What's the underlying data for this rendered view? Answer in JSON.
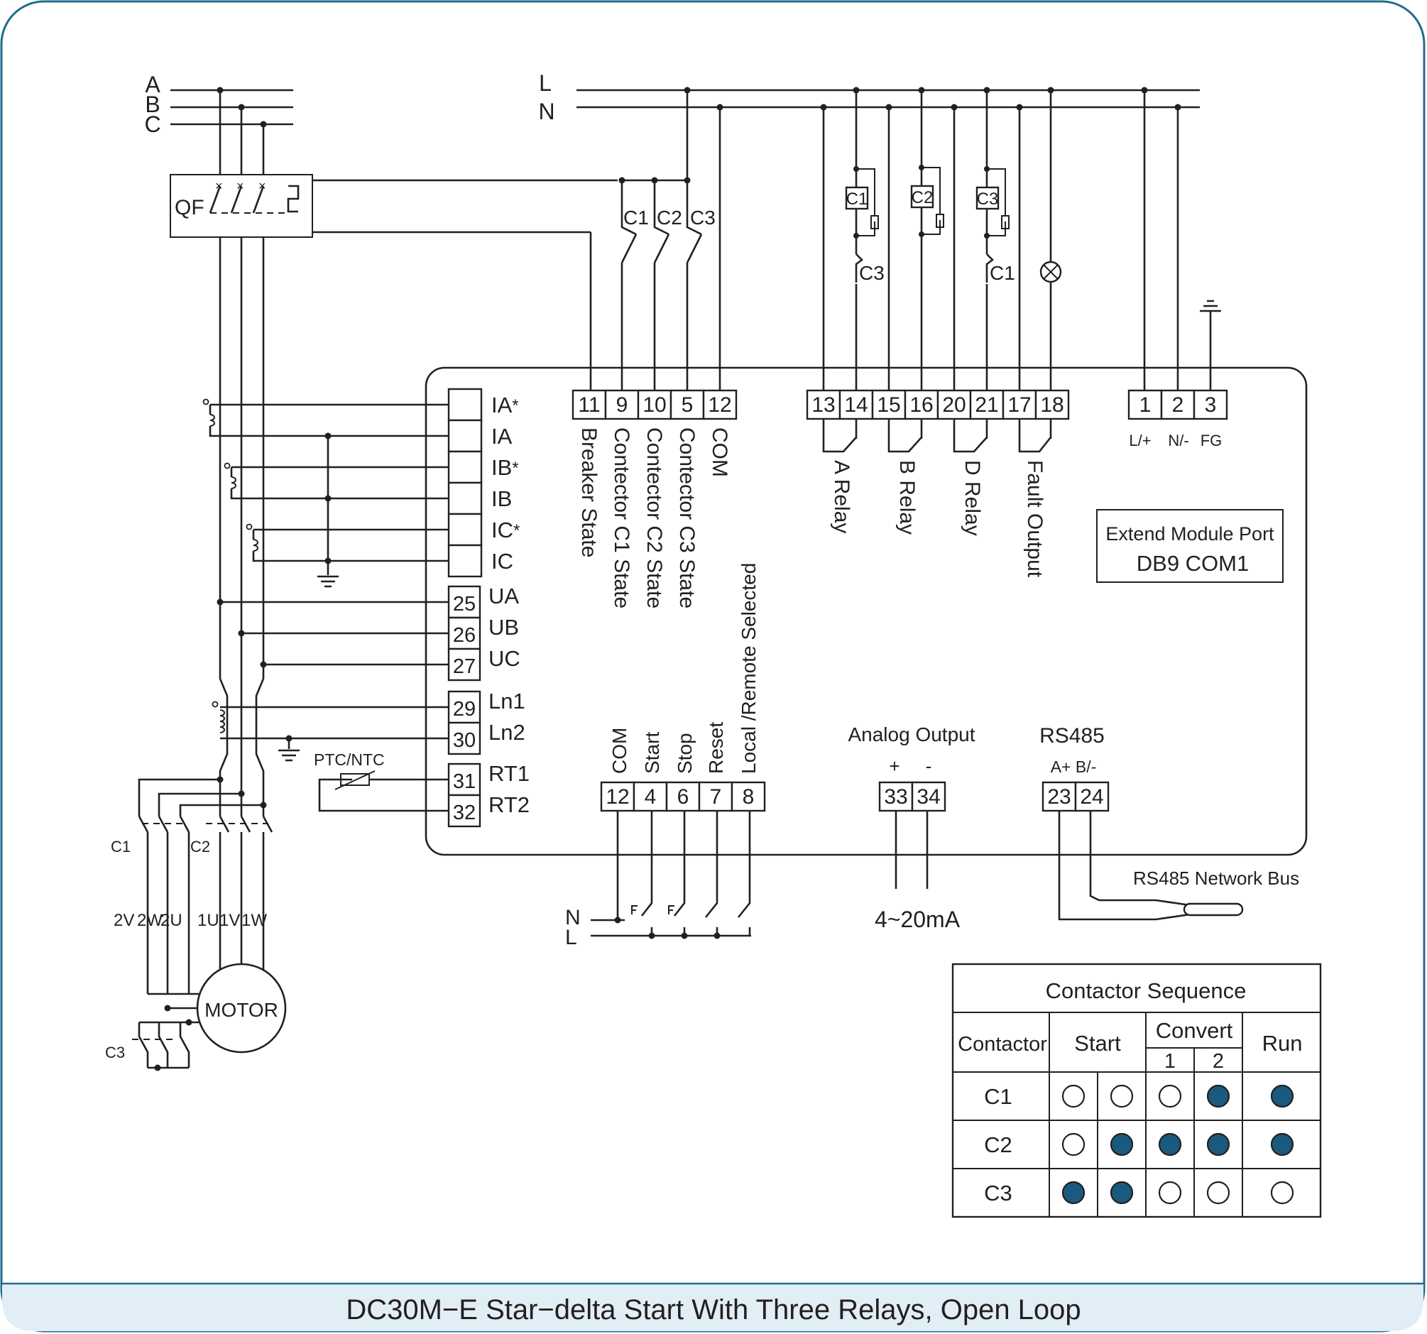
{
  "caption": "DC30M−E Star−delta Start With Three Relays, Open Loop",
  "colors": {
    "border": "#1f6d8f",
    "caption_band": "#e2eef5",
    "filled_dot": "#1a5a7e",
    "line": "#231f20"
  },
  "supply": {
    "phases": [
      "A",
      "B",
      "C"
    ],
    "control": [
      "L",
      "N"
    ],
    "breaker": "QF"
  },
  "contact_labels": [
    "C1",
    "C2",
    "C3"
  ],
  "coil_labels": [
    "C1",
    "C2",
    "C3"
  ],
  "interlock_labels": [
    "C3",
    "C1"
  ],
  "current_inputs": [
    "IA*",
    "IA",
    "IB*",
    "IB",
    "IC*",
    "IC"
  ],
  "voltage_inputs": [
    {
      "num": "25",
      "label": "UA"
    },
    {
      "num": "26",
      "label": "UB"
    },
    {
      "num": "27",
      "label": "UC"
    },
    {
      "num": "29",
      "label": "Ln1"
    },
    {
      "num": "30",
      "label": "Ln2"
    },
    {
      "num": "31",
      "label": "RT1"
    },
    {
      "num": "32",
      "label": "RT2"
    }
  ],
  "ptc_label": "PTC/NTC",
  "state_terminals": [
    "11",
    "9",
    "10",
    "5",
    "12"
  ],
  "state_labels": [
    "Breaker State",
    "Contector C1 State",
    "Contector C2 State",
    "Contector C3 State",
    "COM"
  ],
  "relay_terminals": [
    "13",
    "14",
    "15",
    "16",
    "20",
    "21",
    "17",
    "18"
  ],
  "relay_labels": [
    "A Relay",
    "B Relay",
    "D Relay",
    "Fault Output"
  ],
  "power_terminals": [
    "1",
    "2",
    "3"
  ],
  "power_labels": [
    "L/+",
    "N/-",
    "FG"
  ],
  "extend_port": {
    "line1": "Extend Module Port",
    "line2": "DB9 COM1"
  },
  "di_terminals": [
    "12",
    "4",
    "6",
    "7",
    "8"
  ],
  "di_labels": [
    "COM",
    "Start",
    "Stop",
    "Reset",
    "Local /Remote Selected"
  ],
  "di_bus": [
    "N",
    "L"
  ],
  "analog": {
    "title": "Analog Output",
    "plus": "+",
    "minus": "-",
    "terminals": [
      "33",
      "34"
    ],
    "range": "4~20mA"
  },
  "rs485": {
    "title": "RS485",
    "pins": "A+  B/-",
    "terminals": [
      "23",
      "24"
    ],
    "bus": "RS485 Network Bus"
  },
  "motor": {
    "label": "MOTOR",
    "contactors": [
      "C1",
      "C2",
      "C3"
    ],
    "windings": [
      "2V",
      "2W",
      "2U",
      "1U",
      "1V",
      "1W"
    ]
  },
  "sequence_table": {
    "title": "Contactor Sequence",
    "headers": {
      "contactor": "Contactor",
      "start": "Start",
      "convert": "Convert",
      "convert_1": "1",
      "convert_2": "2",
      "run": "Run"
    },
    "rows": [
      {
        "name": "C1",
        "states": [
          0,
          0,
          0,
          1,
          1
        ]
      },
      {
        "name": "C2",
        "states": [
          0,
          1,
          1,
          1,
          1
        ]
      },
      {
        "name": "C3",
        "states": [
          1,
          1,
          0,
          0,
          0
        ]
      }
    ]
  }
}
